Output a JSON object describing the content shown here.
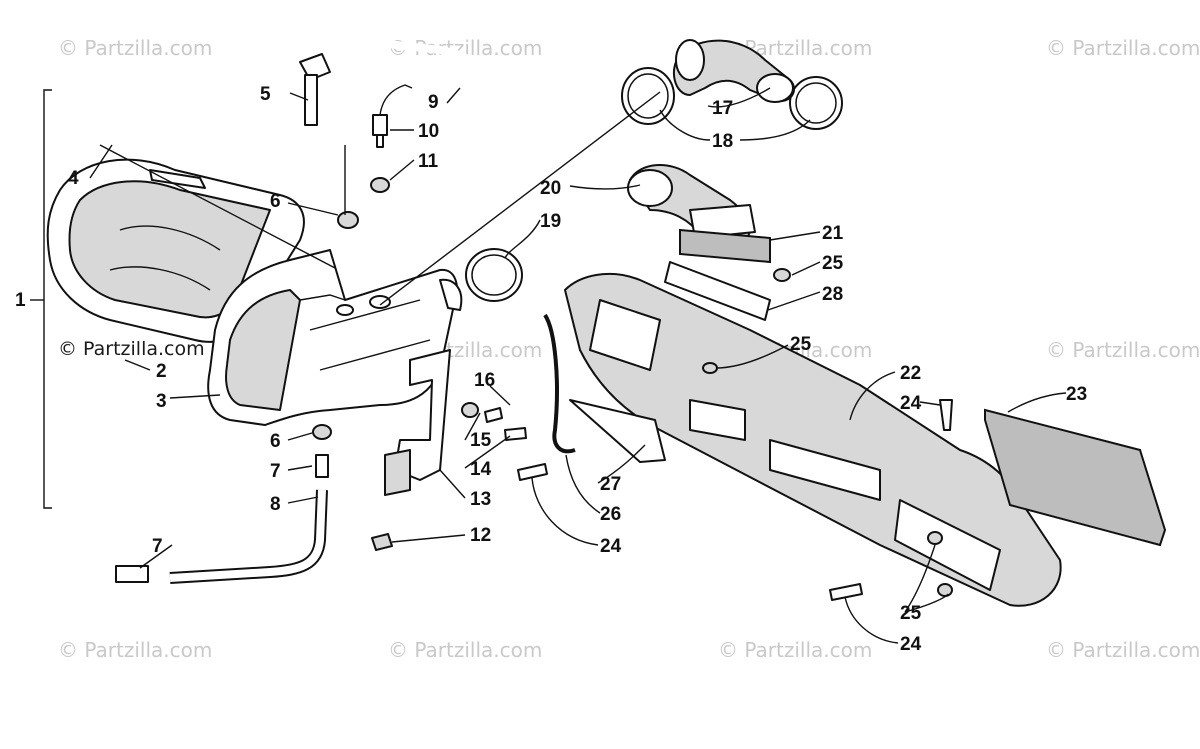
{
  "watermarks": [
    {
      "text": "© Partzilla.com"
    },
    {
      "text": "© Partzilla.com"
    },
    {
      "text": "© Partzilla.com"
    },
    {
      "text": "© Partzilla.com"
    },
    {
      "text": "© Partzilla.com"
    },
    {
      "text": "© Partzilla.com"
    },
    {
      "text": "© Partzilla.com"
    },
    {
      "text": "© Partzilla.com"
    },
    {
      "text": "© Partzilla.com"
    },
    {
      "text": "© Partzilla.com"
    },
    {
      "text": "© Partzilla.com"
    },
    {
      "text": "© Partzilla.com"
    }
  ],
  "callouts": {
    "c1": "1",
    "c2": "2",
    "c3": "3",
    "c4": "4",
    "c5": "5",
    "c6a": "6",
    "c6b": "6",
    "c7a": "7",
    "c7b": "7",
    "c8": "8",
    "c9": "9",
    "c10": "10",
    "c11": "11",
    "c12": "12",
    "c13": "13",
    "c14": "14",
    "c15": "15",
    "c16": "16",
    "c17": "17",
    "c18": "18",
    "c19": "19",
    "c20": "20",
    "c21": "21",
    "c22": "22",
    "c23": "23",
    "c24a": "24",
    "c24b": "24",
    "c24c": "24",
    "c25a": "25",
    "c25b": "25",
    "c25c": "25",
    "c26": "26",
    "c27": "27",
    "c28": "28"
  },
  "icons": [
    "airbox-assembly-icon",
    "intake-boot-icon",
    "hose-clamp-icon",
    "silencer-foam-icon",
    "vent-hose-icon"
  ]
}
